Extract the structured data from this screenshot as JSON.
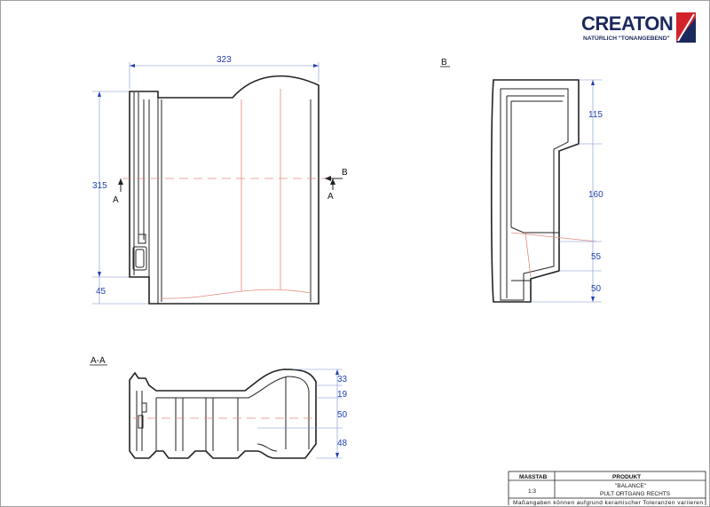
{
  "logo": {
    "brand": "CREATON",
    "tagline": "NATÜRLICH \"TONANGEBEND\"",
    "colors": {
      "red": "#d2232a",
      "navy": "#1b2a5e"
    }
  },
  "views": {
    "front": {
      "dims": {
        "width": "323",
        "height": "315",
        "bottom": "45"
      },
      "section_marks": {
        "a_left": "A",
        "a_right": "A",
        "b": "B"
      }
    },
    "side": {
      "label": "B",
      "dims": [
        "115",
        "160",
        "55",
        "50"
      ]
    },
    "section": {
      "label": "A-A",
      "dims": [
        "33",
        "19",
        "50",
        "48"
      ]
    }
  },
  "title_block": {
    "scale_header": "MAßSTAB",
    "product_header": "PRODUKT",
    "scale_value": "1:3",
    "product_name": "\"BALANCE\"",
    "product_desc": "PULT ORTGANG RECHTS",
    "note": "Maßangaben können aufgrund keramischer Toleranzen variieren"
  },
  "colors": {
    "dimension": "#1f3fb3",
    "outline": "#222222",
    "hidden": "#e08a7e"
  }
}
